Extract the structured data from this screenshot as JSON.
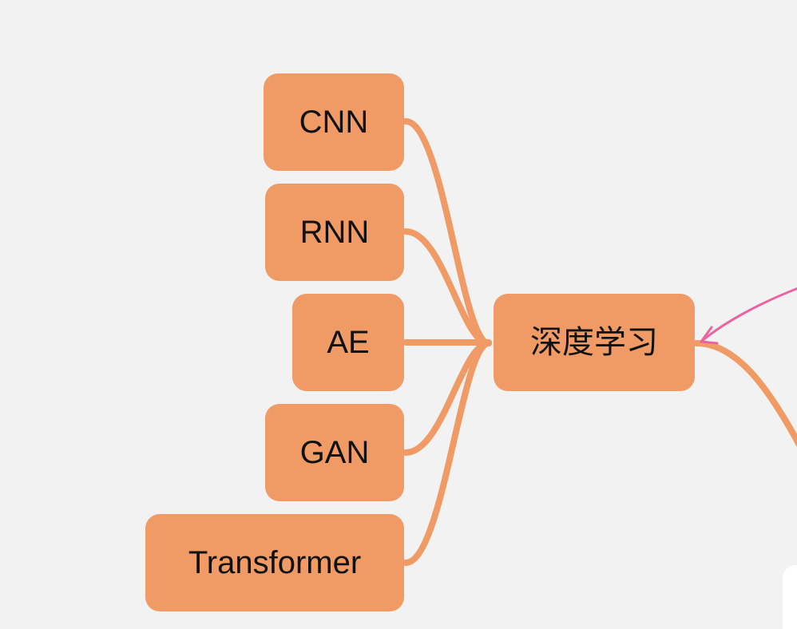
{
  "mindmap": {
    "root": {
      "label": "深度学习",
      "color": "#f09b65"
    },
    "children": [
      {
        "label": "CNN"
      },
      {
        "label": "RNN"
      },
      {
        "label": "AE"
      },
      {
        "label": "GAN"
      },
      {
        "label": "Transformer"
      }
    ],
    "connector_color": "#f09b65",
    "link_arrow_color": "#e8659f",
    "background_color": "#f2f2f2"
  }
}
